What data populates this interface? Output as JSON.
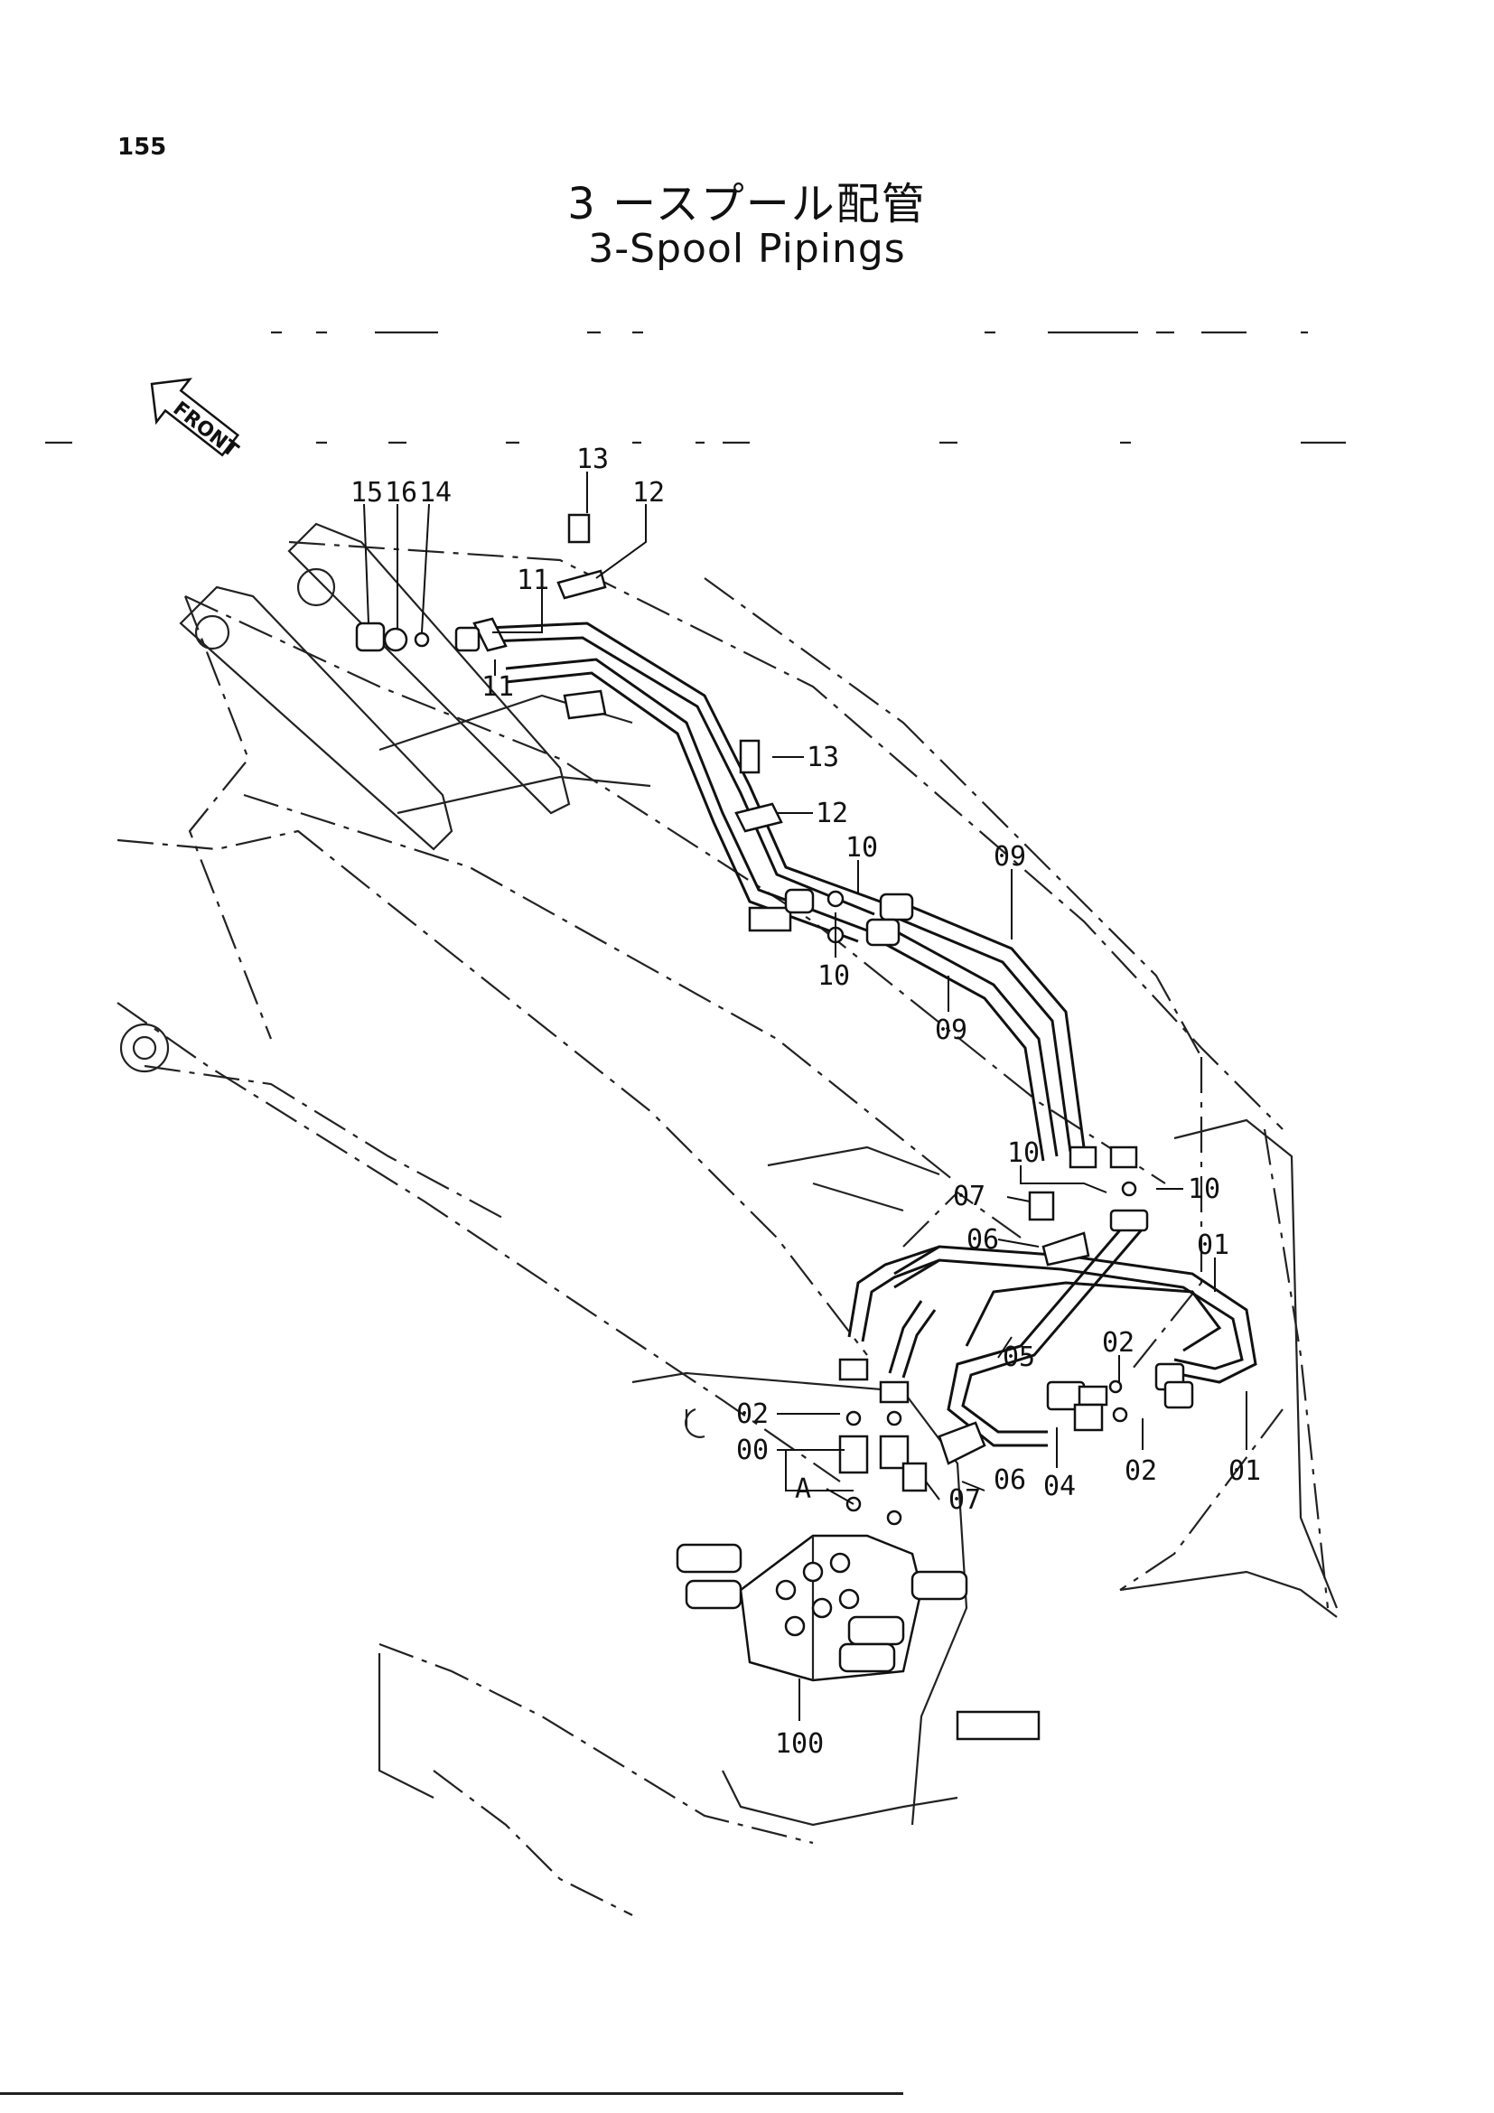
{
  "page_number": "155",
  "title_jp": "3 ースプール配管",
  "title_en": "3-Spool Pipings",
  "front_label": "FRONT",
  "callouts": {
    "c13a": "13",
    "c12a": "12",
    "c15": "15",
    "c16": "16",
    "c14": "14",
    "c11a": "11",
    "c11b": "11",
    "c13b": "13",
    "c12b": "12",
    "c10a": "10",
    "c10b": "10",
    "c09a": "09",
    "c09b": "09",
    "c10c": "10",
    "c10d": "10",
    "c07a": "07",
    "c06a": "06",
    "c01a": "01",
    "c05": "05",
    "c02a": "02",
    "c02b": "02",
    "c00": "00",
    "cA": "A",
    "c06b": "06",
    "c04": "04",
    "c02c": "02",
    "c01b": "01",
    "c07b": "07",
    "c100": "100"
  },
  "colors": {
    "ink": "#111111",
    "paper": "#ffffff"
  }
}
